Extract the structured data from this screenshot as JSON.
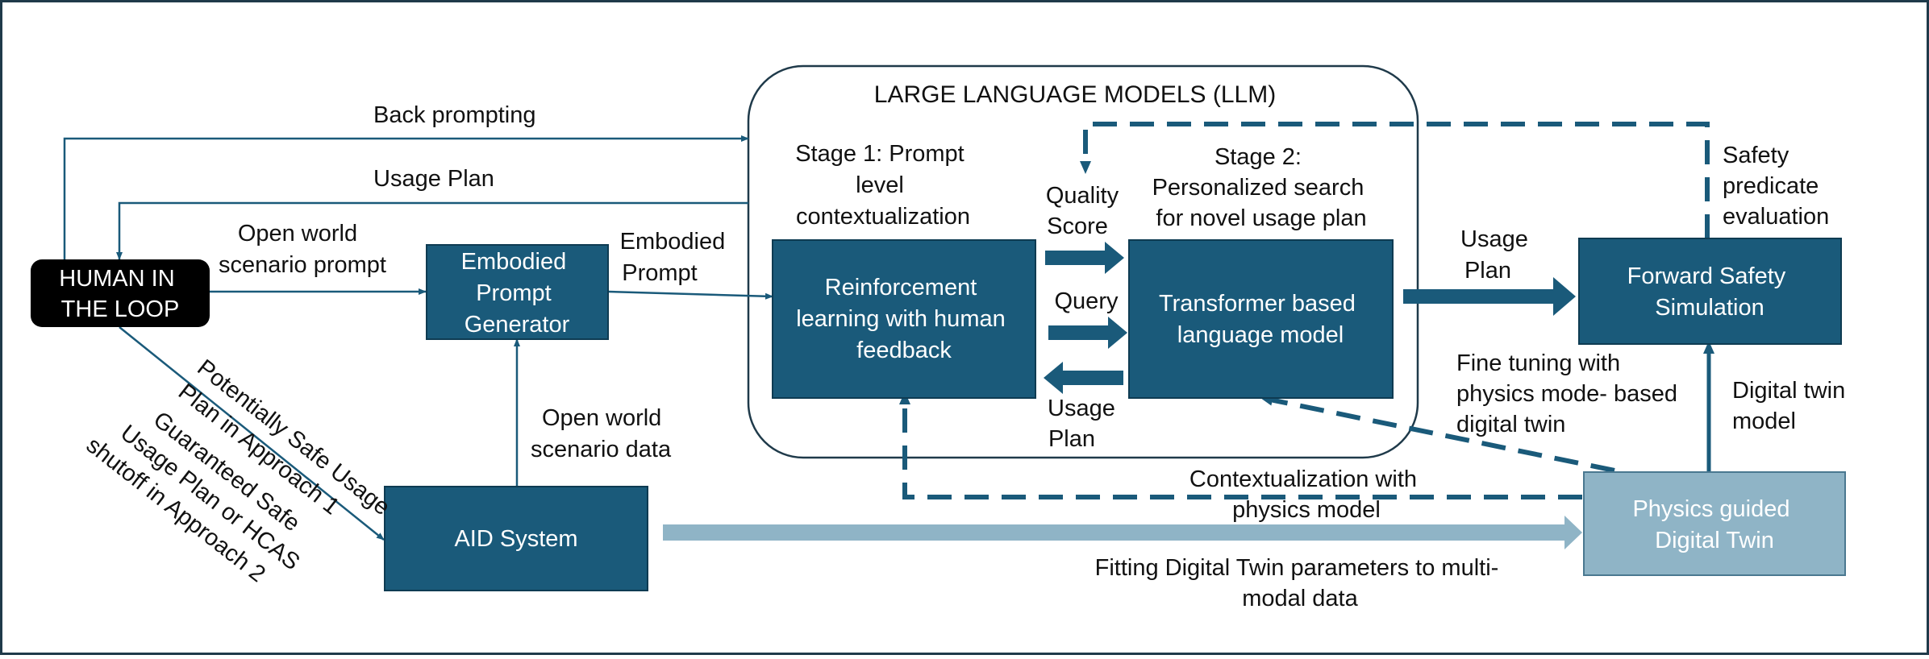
{
  "colors": {
    "dark_box": "#1a5a7a",
    "light_box": "#8fb4c6",
    "arrow": "#1a5a7a",
    "thick_light_arrow": "#8fb4c6",
    "human_box": "#000000",
    "frame": "#1f3a4a"
  },
  "llm": {
    "title": "LARGE LANGUAGE MODELS (LLM)"
  },
  "boxes": {
    "human": [
      "HUMAN IN",
      "THE LOOP"
    ],
    "embodied_generator": [
      "Embodied",
      "Prompt",
      "Generator"
    ],
    "rlhf": [
      "Reinforcement",
      "learning with human",
      "feedback"
    ],
    "transformer": [
      "Transformer based",
      "language model"
    ],
    "forward_safety": [
      "Forward Safety",
      "Simulation"
    ],
    "aid": [
      "AID System"
    ],
    "digital_twin": [
      "Physics guided",
      "Digital Twin"
    ]
  },
  "stages": {
    "stage1": [
      "Stage 1: Prompt",
      "level",
      "contextualization"
    ],
    "stage2": [
      "Stage 2:",
      "Personalized search",
      "for novel usage plan"
    ]
  },
  "labels": {
    "back_prompting": "Back prompting",
    "usage_plan_top": "Usage Plan",
    "open_world_prompt": [
      "Open world",
      "scenario prompt"
    ],
    "embodied_prompt": [
      "Embodied",
      "Prompt"
    ],
    "quality_score": [
      "Quality",
      "Score"
    ],
    "query": "Query",
    "usage_plan_back": [
      "Usage",
      "Plan"
    ],
    "usage_plan_right": [
      "Usage",
      "Plan"
    ],
    "safety_predicate": [
      "Safety",
      "predicate",
      "evaluation"
    ],
    "fine_tuning": [
      "Fine tuning with",
      "physics mode- based",
      "digital twin"
    ],
    "digital_twin_model": [
      "Digital twin",
      "model"
    ],
    "open_world_data": [
      "Open world",
      "scenario data"
    ],
    "contextualization": [
      "Contextualization with",
      "physics model"
    ],
    "fitting": [
      "Fitting Digital Twin parameters to multi-",
      "modal data"
    ],
    "approach1": [
      "Potentially Safe Usage",
      "Plan in Approach 1"
    ],
    "approach2": [
      "Guaranteed Safe",
      "Usage Plan or HCAS",
      "shutoff in Approach 2"
    ]
  }
}
